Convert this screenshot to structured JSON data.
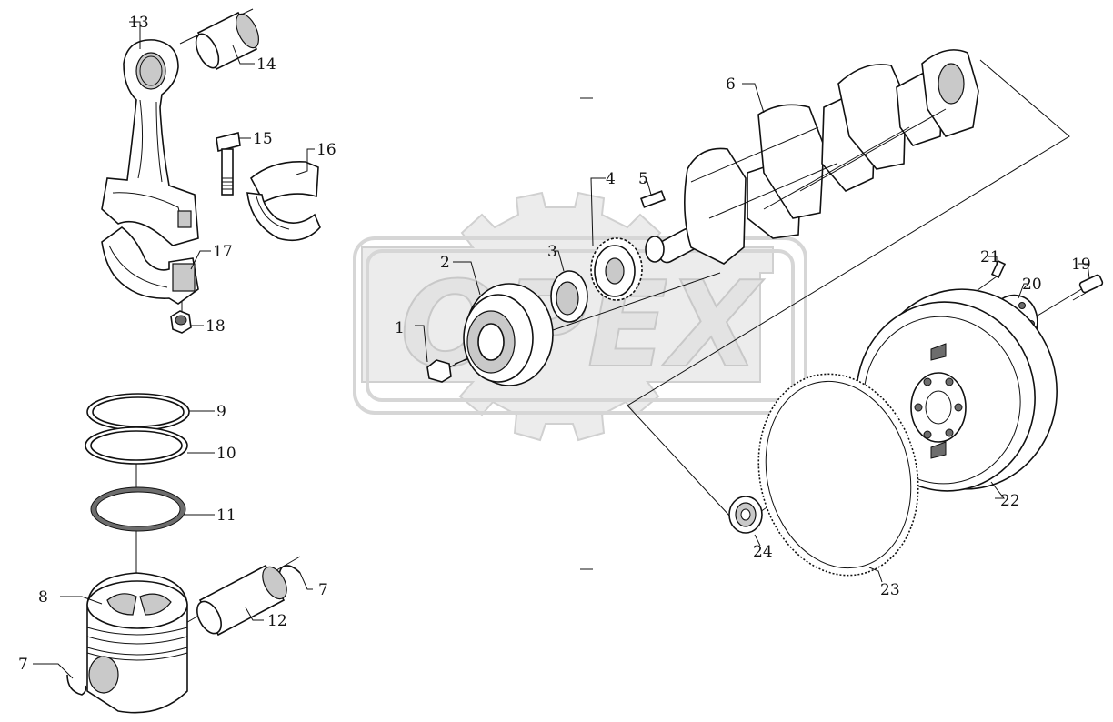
{
  "diagram": {
    "callouts": [
      {
        "id": "1",
        "label": "1"
      },
      {
        "id": "2",
        "label": "2"
      },
      {
        "id": "3",
        "label": "3"
      },
      {
        "id": "4",
        "label": "4"
      },
      {
        "id": "5",
        "label": "5"
      },
      {
        "id": "6",
        "label": "6"
      },
      {
        "id": "7a",
        "label": "7"
      },
      {
        "id": "7b",
        "label": "7"
      },
      {
        "id": "8",
        "label": "8"
      },
      {
        "id": "9",
        "label": "9"
      },
      {
        "id": "10",
        "label": "10"
      },
      {
        "id": "11",
        "label": "11"
      },
      {
        "id": "12",
        "label": "12"
      },
      {
        "id": "13",
        "label": "13"
      },
      {
        "id": "14",
        "label": "14"
      },
      {
        "id": "15",
        "label": "15"
      },
      {
        "id": "16",
        "label": "16"
      },
      {
        "id": "17",
        "label": "17"
      },
      {
        "id": "18",
        "label": "18"
      },
      {
        "id": "19",
        "label": "19"
      },
      {
        "id": "20",
        "label": "20"
      },
      {
        "id": "21",
        "label": "21"
      },
      {
        "id": "22",
        "label": "22"
      },
      {
        "id": "23",
        "label": "23"
      },
      {
        "id": "24",
        "label": "24"
      }
    ],
    "watermark": {
      "text": "OPEX",
      "color": "#d6d6d6"
    },
    "colors": {
      "line": "#111111",
      "shade": "#c9c9c9",
      "background": "#ffffff"
    }
  }
}
